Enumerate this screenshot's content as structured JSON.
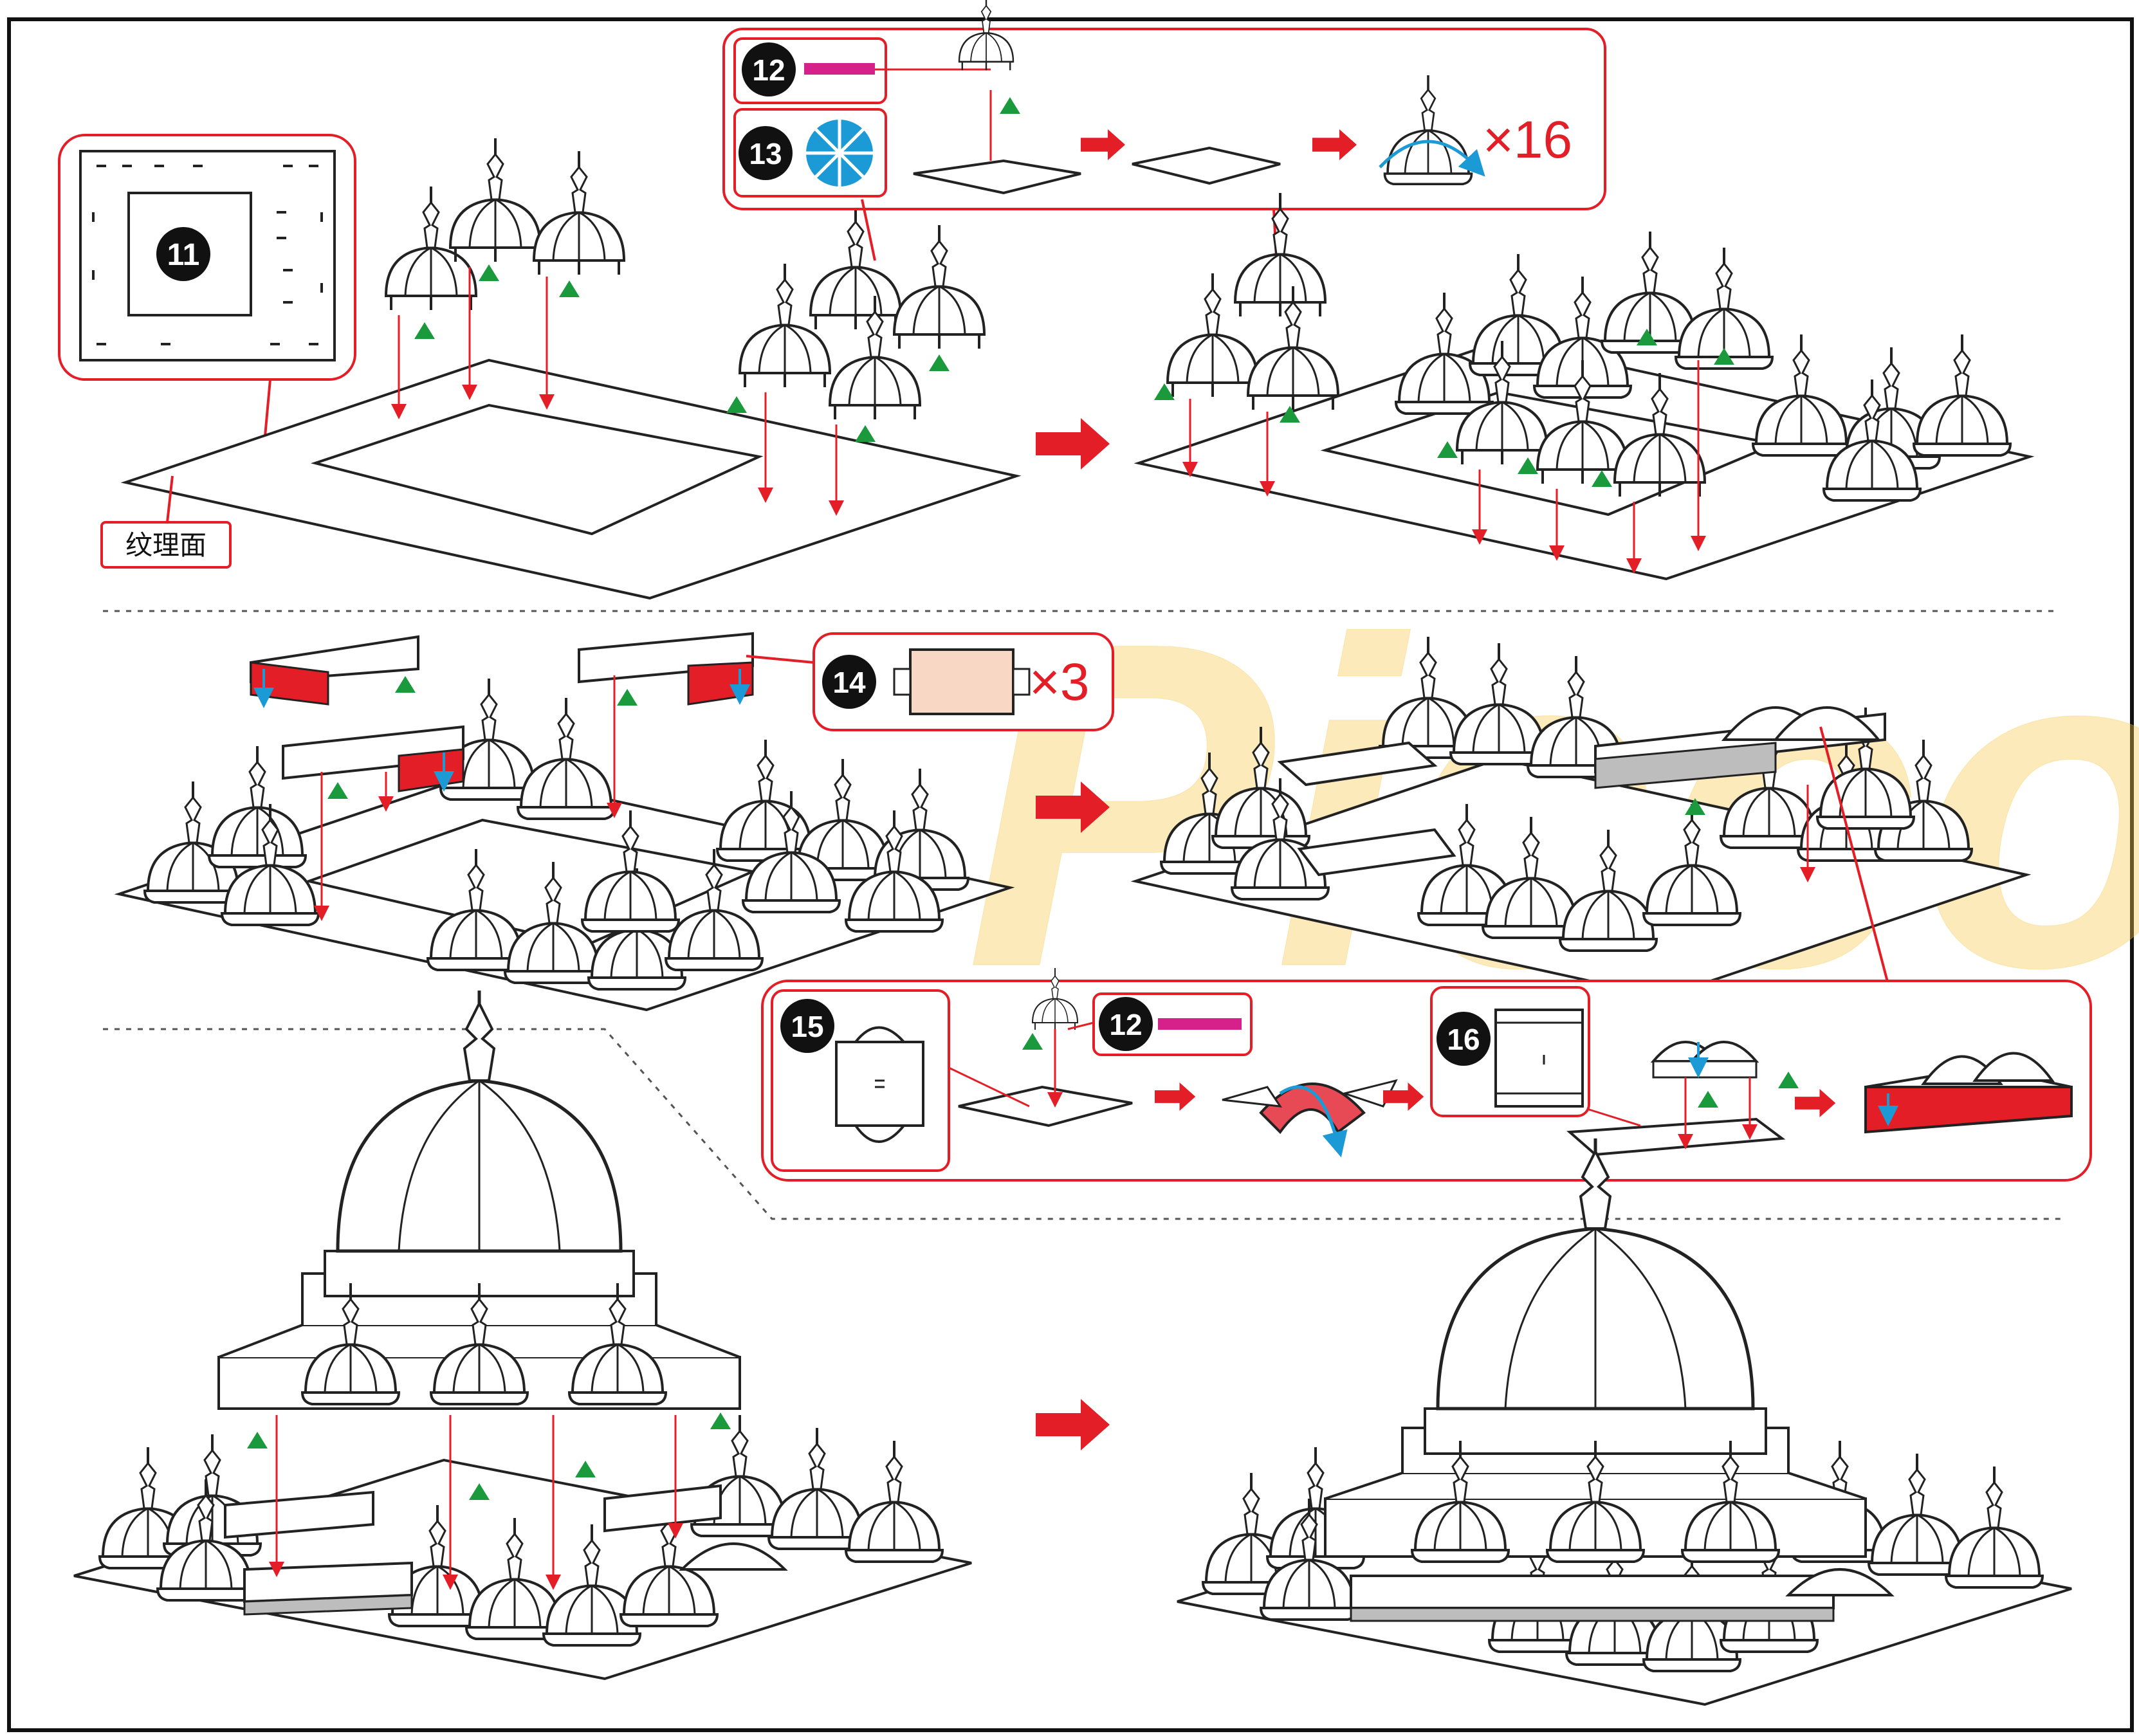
{
  "steps": {
    "s11": "11",
    "s12": "12",
    "s13": "13",
    "s14": "14",
    "s15": "15",
    "s16": "16"
  },
  "labels": {
    "texture_side": "纹理面",
    "times16": "×16",
    "times3": "×3"
  },
  "watermark": {
    "text": "Pieco"
  },
  "colors": {
    "accent_red": "#e41e26",
    "marker_green": "#1a9a3c",
    "fold_blue": "#1b9ad6",
    "part_pink": "#d6208a",
    "strip_fill": "#f8d7c4",
    "watermark": "#f6c84a",
    "line": "#222222",
    "panel_gray": "#bdbdbd"
  },
  "icons": [
    "arrow-right-icon",
    "green-triangle-icon",
    "blue-fold-arrow-icon",
    "pointer-line-icon"
  ]
}
